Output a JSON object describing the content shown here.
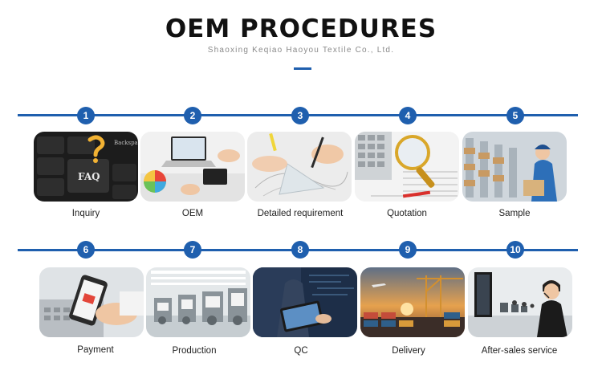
{
  "header": {
    "title": "OEM PROCEDURES",
    "subtitle": "Shaoxing Keqiao Haoyou Textile Co., Ltd."
  },
  "colors": {
    "accent": "#1f5fae",
    "title": "#111111",
    "subtitle": "#8a8a8a"
  },
  "steps": [
    {
      "number": "1",
      "label": "Inquiry",
      "icon": "faq-keyboard-image",
      "image_text": [
        "FAQ",
        "Backspace"
      ]
    },
    {
      "number": "2",
      "label": "OEM",
      "icon": "laptop-design-image"
    },
    {
      "number": "3",
      "label": "Detailed requirement",
      "icon": "sketch-drawing-image"
    },
    {
      "number": "4",
      "label": "Quotation",
      "icon": "magnifier-calculator-image"
    },
    {
      "number": "5",
      "label": "Sample",
      "icon": "warehouse-worker-image"
    },
    {
      "number": "6",
      "label": "Payment",
      "icon": "phone-payment-image"
    },
    {
      "number": "7",
      "label": "Production",
      "icon": "textile-factory-image"
    },
    {
      "number": "8",
      "label": "QC",
      "icon": "tablet-check-image"
    },
    {
      "number": "9",
      "label": "Delivery",
      "icon": "port-crane-image"
    },
    {
      "number": "10",
      "label": "After-sales service",
      "icon": "call-center-image"
    }
  ]
}
